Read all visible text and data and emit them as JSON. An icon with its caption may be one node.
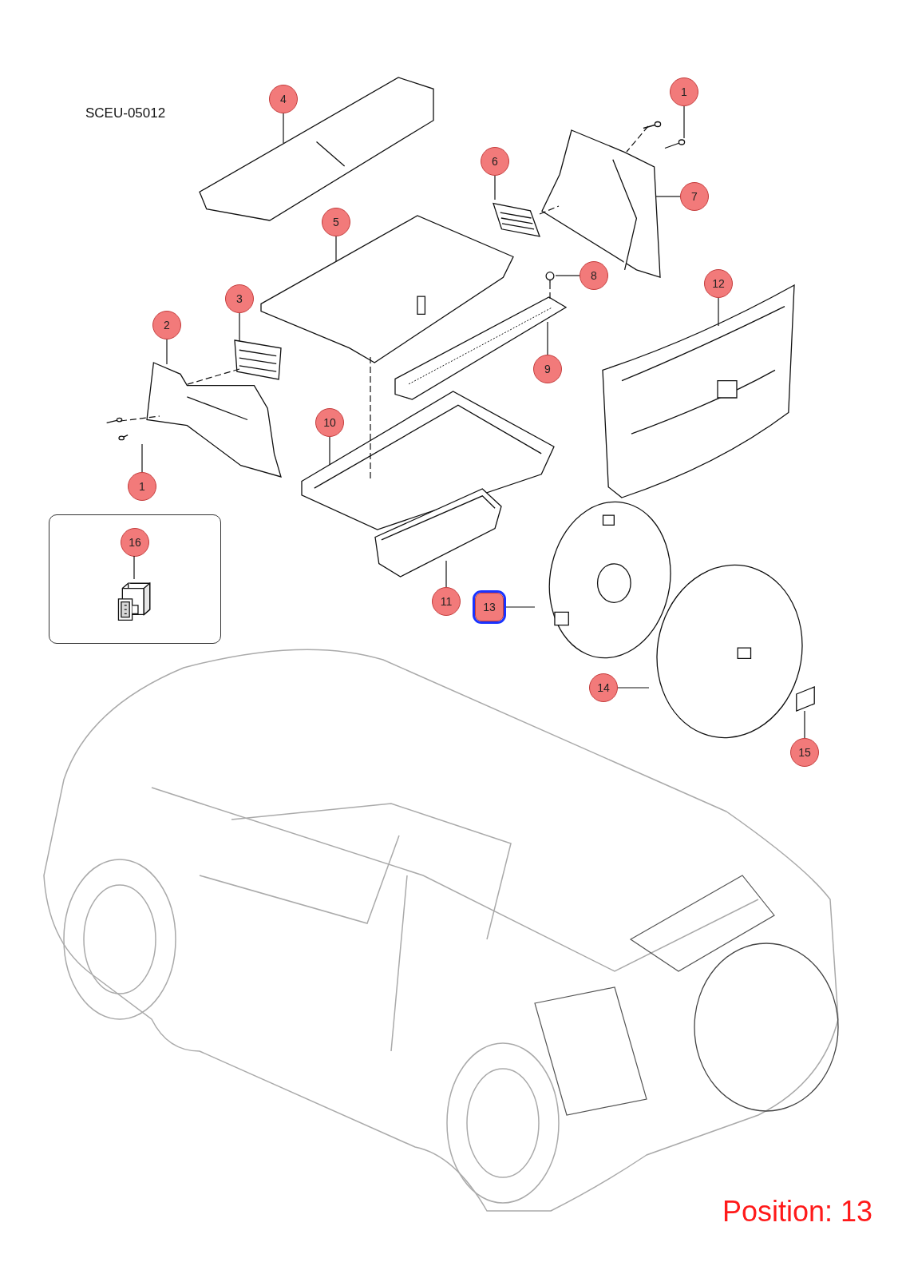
{
  "diagram": {
    "nodes": [
      {
        "text": [
          "4"
        ]
      },
      {
        "text": [],
        "shape": "picture"
      },
      {
        "text": [
          "1"
        ]
      },
      {
        "text": [],
        "shape": "picture"
      },
      {
        "text": [
          "6"
        ]
      },
      {
        "text": [],
        "shape": "picture"
      },
      {
        "text": [
          "7"
        ]
      },
      {
        "text": [],
        "shape": "picture"
      },
      {
        "text": [
          "5"
        ]
      },
      {
        "text": [],
        "shape": "picture"
      },
      {
        "text": [
          "8"
        ]
      },
      {
        "text": [],
        "shape": "picture"
      },
      {
        "text": [
          "12"
        ]
      },
      {
        "text": [],
        "shape": "picture"
      },
      {
        "text": [
          "3"
        ]
      },
      {
        "text": [],
        "shape": "picture"
      },
      {
        "text": [
          "2"
        ]
      },
      {
        "text": [],
        "shape": "picture"
      },
      {
        "text": [
          "9"
        ]
      },
      {
        "text": [],
        "shape": "picture"
      },
      {
        "text": [
          "10"
        ]
      },
      {
        "text": [],
        "shape": "picture"
      },
      {
        "text": [
          "1"
        ]
      },
      {
        "text": [],
        "shape": "picture"
      },
      {
        "text": [],
        "shape": "box"
      },
      {
        "text": [
          "16"
        ],
        "in": 24
      },
      {
        "text": [],
        "shape": "picture",
        "in": 24
      },
      {
        "text": [
          "11"
        ]
      },
      {
        "text": [],
        "shape": "picture"
      },
      {
        "text": [
          "13"
        ]
      },
      {
        "text": [],
        "shape": "picture"
      },
      {
        "text": [
          "14"
        ]
      },
      {
        "text": [],
        "shape": "picture"
      },
      {
        "text": [
          "15"
        ]
      },
      {
        "text": [],
        "shape": "picture"
      }
    ],
    "edges": [
      {
        "from": 0,
        "to": 1,
        "arrow": "none"
      },
      {
        "from": 2,
        "to": 3,
        "arrow": "none"
      },
      {
        "from": 4,
        "to": 5,
        "arrow": "none"
      },
      {
        "from": 6,
        "to": 7,
        "arrow": "none"
      },
      {
        "from": 8,
        "to": 9,
        "arrow": "none"
      },
      {
        "from": 10,
        "to": 11,
        "arrow": "none"
      },
      {
        "from": 12,
        "to": 13,
        "arrow": "none"
      },
      {
        "from": 14,
        "to": 15,
        "arrow": "none"
      },
      {
        "from": 16,
        "to": 17,
        "arrow": "none"
      },
      {
        "from": 18,
        "to": 19,
        "arrow": "none"
      },
      {
        "from": 20,
        "to": 21,
        "arrow": "none"
      },
      {
        "from": 22,
        "to": 23,
        "arrow": "none"
      },
      {
        "from": 25,
        "to": 26,
        "arrow": "none"
      },
      {
        "from": 27,
        "to": 28,
        "arrow": "none"
      },
      {
        "from": 29,
        "to": 30,
        "arrow": "none"
      },
      {
        "from": 31,
        "to": 32,
        "arrow": "none"
      },
      {
        "from": 33,
        "to": 34,
        "arrow": "none"
      },
      {
        "from": 9,
        "to": 21,
        "arrow": "none",
        "style": "dashed"
      },
      {
        "from": 5,
        "to": 7,
        "arrow": "none",
        "style": "dashed"
      },
      {
        "from": 15,
        "to": 17,
        "arrow": "none",
        "style": "dashed"
      },
      {
        "from": 3,
        "to": 7,
        "arrow": "none",
        "style": "dashed"
      },
      {
        "from": 23,
        "to": 17,
        "arrow": "none",
        "style": "dashed"
      },
      {
        "from": 11,
        "to": 19,
        "arrow": "none",
        "style": "dashed"
      }
    ],
    "labels": [
      "SCEU-05012",
      "Position: 13"
    ]
  }
}
